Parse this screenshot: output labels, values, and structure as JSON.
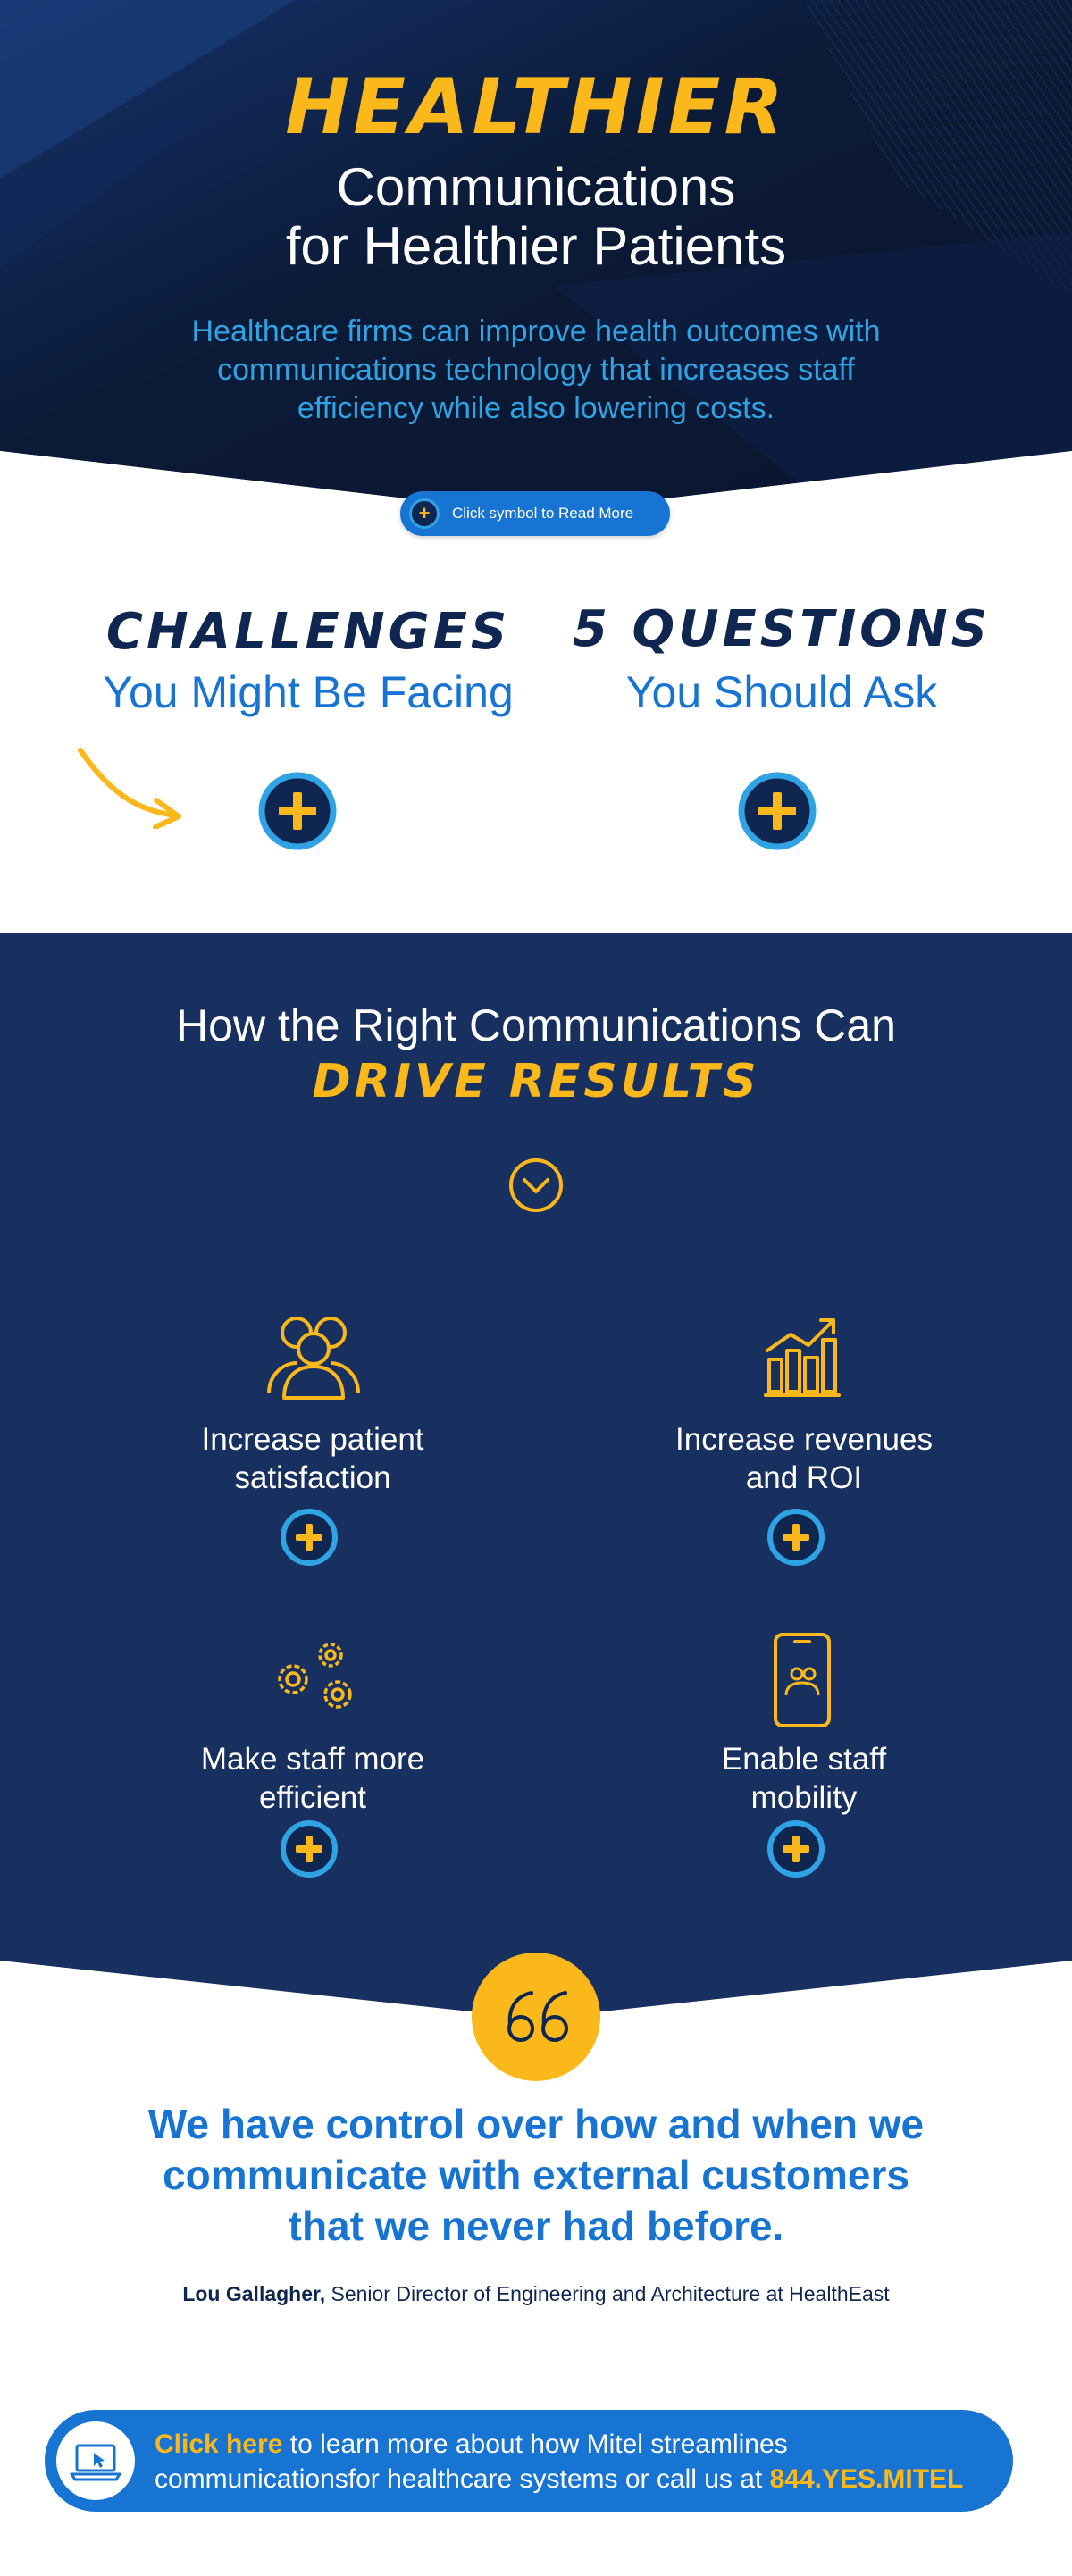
{
  "hero": {
    "headline_script": "HEALTHIER",
    "title_line1": "Communications",
    "title_line2": "for Healthier Patients",
    "intro_line1": "Healthcare firms can improve health outcomes with",
    "intro_line2": "communications technology that increases staff",
    "intro_line3": "efficiency while also lowering costs."
  },
  "read_more": {
    "label": "Click symbol to Read More"
  },
  "topics": {
    "challenges": {
      "script": "CHALLENGES",
      "subtitle": "You Might Be Facing"
    },
    "questions": {
      "script": "5 QUESTIONS",
      "subtitle": "You Should Ask"
    }
  },
  "results": {
    "heading_line1": "How the Right Communications Can",
    "heading_script": "DRIVE RESULTS",
    "items": [
      {
        "line1": "Increase patient",
        "line2": "satisfaction",
        "icon": "people-group-icon"
      },
      {
        "line1": "Increase revenues",
        "line2": "and ROI",
        "icon": "growth-chart-icon"
      },
      {
        "line1": "Make staff more",
        "line2": "efficient",
        "icon": "gears-icon"
      },
      {
        "line1": "Enable staff",
        "line2": "mobility",
        "icon": "mobile-phone-icon"
      }
    ]
  },
  "testimonial": {
    "quote_line1": "We have control over how and when we",
    "quote_line2": "communicate with external customers",
    "quote_line3": "that we never had before.",
    "author": "Lou Gallagher,",
    "author_title": "Senior Director of Engineering and Architecture at HealthEast"
  },
  "cta": {
    "link_text": "Click here",
    "line1_rest": " to learn more about how Mitel streamlines",
    "line2": "communicationsfor healthcare systems or call us at ",
    "phone": "844.YES.MITEL"
  },
  "colors": {
    "navy": "#0b1a36",
    "section_navy": "#17305f",
    "accent_yellow": "#fbb81b",
    "brand_blue": "#1774d2",
    "light_blue": "#2fa3e3"
  }
}
